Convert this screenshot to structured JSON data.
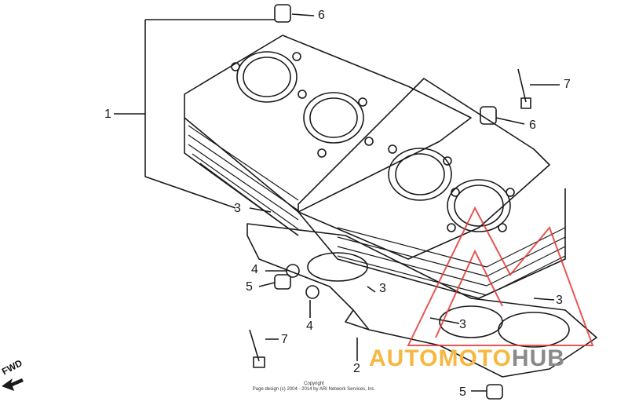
{
  "diagram": {
    "callouts": [
      {
        "id": "1",
        "label": "1"
      },
      {
        "id": "2",
        "label": "2"
      },
      {
        "id": "3a",
        "label": "3"
      },
      {
        "id": "3b",
        "label": "3"
      },
      {
        "id": "3c",
        "label": "3"
      },
      {
        "id": "3d",
        "label": "3"
      },
      {
        "id": "4a",
        "label": "4"
      },
      {
        "id": "4b",
        "label": "4"
      },
      {
        "id": "5a",
        "label": "5"
      },
      {
        "id": "5b",
        "label": "5"
      },
      {
        "id": "6a",
        "label": "6"
      },
      {
        "id": "6b",
        "label": "6"
      },
      {
        "id": "7a",
        "label": "7"
      },
      {
        "id": "7b",
        "label": "7"
      }
    ],
    "fwd_label": "FWD",
    "copyright_line1": "Copyright",
    "copyright_line2": "Page design (c) 2004 - 2014 by ARI Network Services, Inc.",
    "watermark": {
      "part1": "AUTOMOTO",
      "part2": "HUB",
      "color_primary": "#f5b840",
      "color_secondary": "#8a8a8a",
      "triangle_color": "#e53935"
    }
  }
}
